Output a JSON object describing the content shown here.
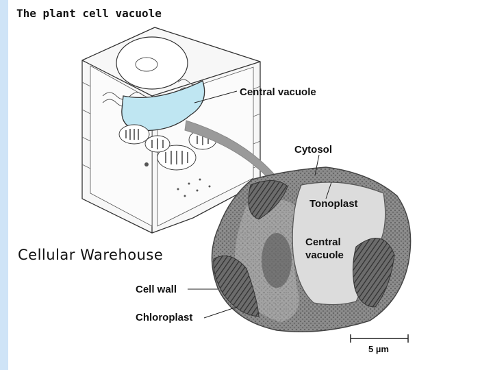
{
  "slide": {
    "title": "The plant cell vacuole",
    "subtitle": "Cellular Warehouse"
  },
  "figure": {
    "labels": {
      "central_vacuole_top": "Central vacuole",
      "cytosol": "Cytosol",
      "tonoplast": "Tonoplast",
      "central_vacuole_line1": "Central",
      "central_vacuole_line2": "vacuole",
      "cell_wall": "Cell wall",
      "chloroplast": "Chloroplast",
      "scale_bar": "5 µm"
    }
  },
  "colors": {
    "accent_bar": "#cfe4f7",
    "vacuole_fill": "#bfe6f2",
    "arrow_gray": "#9a9a9a"
  }
}
